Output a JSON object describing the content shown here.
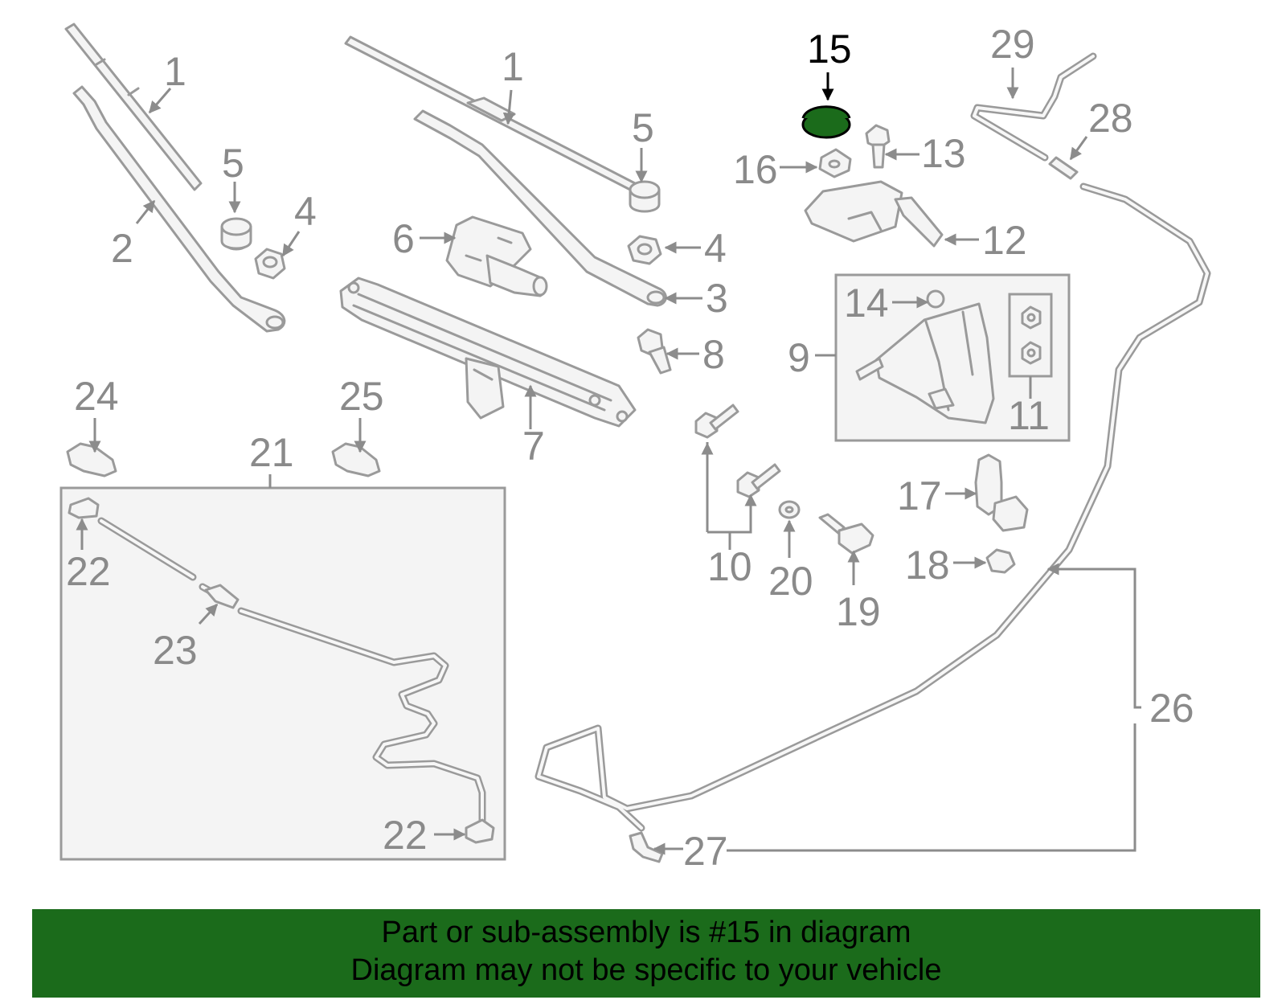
{
  "highlight_color": "#1b6b1b",
  "callouts": {
    "c1a": "1",
    "c1b": "1",
    "c2": "2",
    "c3": "3",
    "c4a": "4",
    "c4b": "4",
    "c5a": "5",
    "c5b": "5",
    "c6": "6",
    "c7": "7",
    "c8": "8",
    "c9": "9",
    "c10": "10",
    "c11": "11",
    "c12": "12",
    "c13": "13",
    "c14": "14",
    "c15": "15",
    "c16": "16",
    "c17": "17",
    "c18": "18",
    "c19": "19",
    "c20": "20",
    "c21": "21",
    "c22a": "22",
    "c22b": "22",
    "c23": "23",
    "c24": "24",
    "c25": "25",
    "c26": "26",
    "c27": "27",
    "c28": "28",
    "c29": "29"
  },
  "banner": {
    "line1": "Part or sub-assembly is #15 in diagram",
    "line2": "Diagram may not be specific to your vehicle"
  }
}
